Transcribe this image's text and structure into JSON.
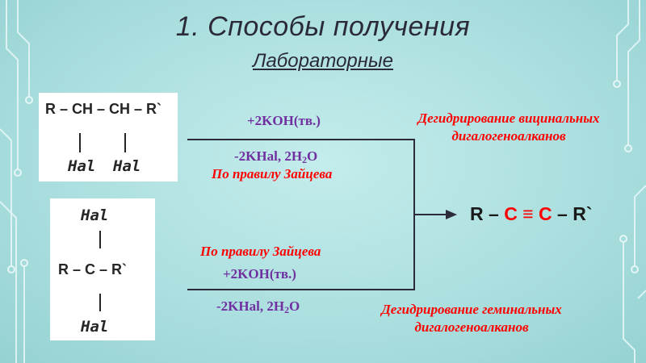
{
  "slide": {
    "title": "1. Способы получения",
    "subtitle": "Лабораторные"
  },
  "reactant_vicinal": {
    "formula": "R – CH – CH – R`",
    "bond_left": "|",
    "bond_right": "|",
    "hal_left": "Hal",
    "hal_right": "Hal"
  },
  "reactant_geminal": {
    "hal_top": "Hal",
    "formula": "R – C – R`",
    "hal_bottom": "Hal"
  },
  "reaction_top": {
    "reagent": "+2KOH(тв.)",
    "byproduct_prefix": "-2KHal, 2H",
    "byproduct_sub": "2",
    "byproduct_suffix": "O",
    "rule": "По правилу Зайцева",
    "description_line1": "Дегидрирование вицинальных",
    "description_line2": "дигалогеноалканов"
  },
  "reaction_bottom": {
    "rule": "По правилу Зайцева",
    "reagent": "+2KOH(тв.)",
    "byproduct_prefix": "-2KHal, 2H",
    "byproduct_sub": "2",
    "byproduct_suffix": "O",
    "description_line1": "Дегидрирование геминальных",
    "description_line2": "дигалогеноалканов"
  },
  "product": {
    "r_left": "R –",
    "c1": "C",
    "triple_bond": "≡",
    "c2": "C",
    "r_right": "– R`"
  },
  "colors": {
    "background": "#a9dcdc",
    "reagent": "#7030a0",
    "note": "#ff0000",
    "circuit": "#e4f6f6"
  }
}
